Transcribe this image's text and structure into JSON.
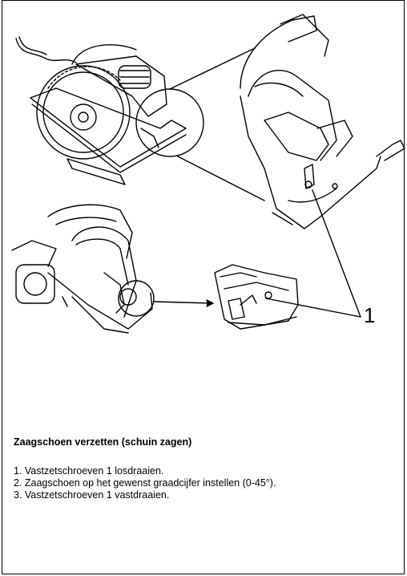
{
  "figure": {
    "callout_label": "1",
    "description_icons": [
      "circular-saw-top-view",
      "saw-base-detail-zoom",
      "circular-saw-side-view",
      "bevel-screw-detail-zoom"
    ]
  },
  "section": {
    "title": "Zaagschoen verzetten (schuin zagen)",
    "steps": [
      "1.  Vastzetschroeven 1 losdraaien.",
      "2.  Zaagschoen op het gewenst graadcijfer instellen (0-45°).",
      "3.  Vastzetschroeven 1 vastdraaien."
    ]
  }
}
